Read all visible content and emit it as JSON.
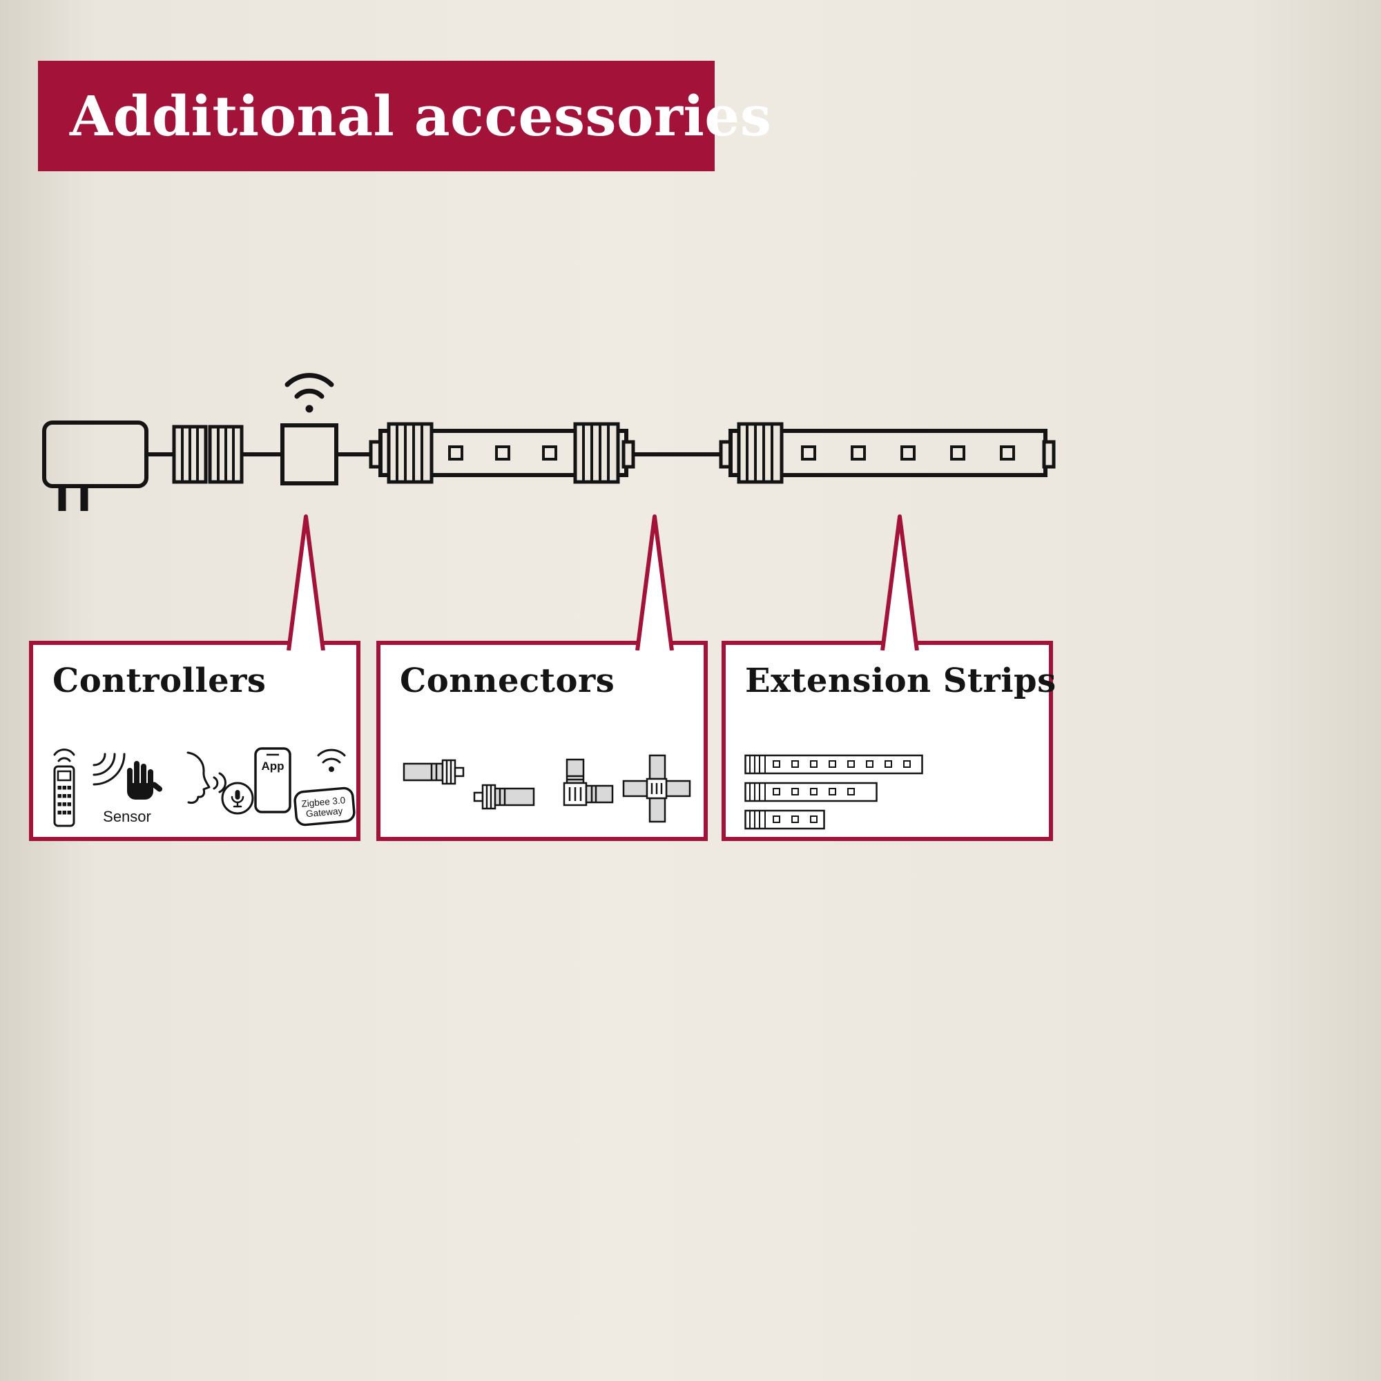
{
  "colors": {
    "accent": "#a21239",
    "background": "#ebe7df",
    "ink": "#141414"
  },
  "header": {
    "title": "Additional accessories"
  },
  "diagram": {
    "description": "LED strip system chain",
    "components": [
      "power-plug",
      "clip-connector",
      "wifi-controller",
      "led-strip",
      "clip-connector",
      "led-strip"
    ]
  },
  "callouts": [
    {
      "title": "Controllers",
      "icons": [
        "remote-control",
        "motion-sensor",
        "voice-assistant",
        "smartphone-app",
        "zigbee-gateway"
      ],
      "labels": {
        "sensor": "Sensor",
        "app": "App",
        "gateway_line1": "Zigbee 3.0",
        "gateway_line2": "Gateway"
      }
    },
    {
      "title": "Connectors",
      "icons": [
        "straight-connector",
        "corner-connector",
        "cross-connector"
      ]
    },
    {
      "title": "Extension Strips",
      "icons": [
        "extension-strip-long",
        "extension-strip-medium",
        "extension-strip-short"
      ]
    }
  ]
}
